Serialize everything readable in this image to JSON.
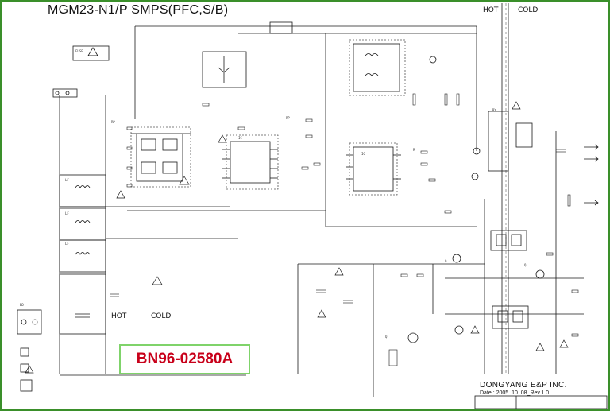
{
  "title": "MGM23-N1/P SMPS(PFC,S/B)",
  "hot_top": "HOT",
  "cold_top": "COLD",
  "hot_mid": "HOT",
  "cold_mid": "COLD",
  "part_number": "BN96-02580A",
  "company": "DONGYANG E&P INC.",
  "date": "Date : 2005. 10. 08_Rev.1.0",
  "colors": {
    "frame": "#3a8f2a",
    "part_number_text": "#c8001a",
    "part_number_border": "#7fd36a",
    "wire": "#1a1a1a"
  }
}
